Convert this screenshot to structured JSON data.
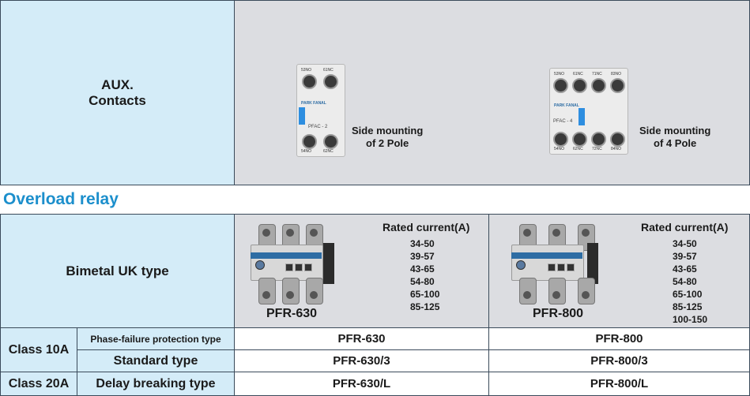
{
  "aux": {
    "label": "AUX.\nContacts",
    "left_unit": {
      "brand": "PARK FANAL",
      "model": "PFAC - 2",
      "description": "Side mounting\nof 2 Pole"
    },
    "right_unit": {
      "brand": "PARK FANAL",
      "model": "PFAC - 4",
      "description": "Side mounting\nof 4 Pole"
    }
  },
  "overload": {
    "heading": "Overload relay",
    "type_label": "Bimetal UK type",
    "relays": [
      {
        "model": "PFR-630",
        "rated_title": "Rated current(A)",
        "ratings": [
          "34-50",
          "39-57",
          "43-65",
          "54-80",
          "65-100",
          "85-125"
        ]
      },
      {
        "model": "PFR-800",
        "rated_title": "Rated current(A)",
        "ratings": [
          "34-50",
          "39-57",
          "43-65",
          "54-80",
          "65-100",
          "85-125",
          "100-150"
        ]
      }
    ],
    "rows": [
      {
        "class": "Class 10A",
        "type": "Phase-failure protection type",
        "v630": "PFR-630",
        "v800": "PFR-800"
      },
      {
        "class": "",
        "type": "Standard type",
        "v630": "PFR-630/3",
        "v800": "PFR-800/3"
      },
      {
        "class": "Class 20A",
        "type": "Delay breaking type",
        "v630": "PFR-630/L",
        "v800": "PFR-800/L"
      }
    ]
  },
  "colors": {
    "heading": "#1c8fcc",
    "label_bg": "#d4ecf8",
    "image_bg": "#dcdde1",
    "border": "#3a4a5a"
  }
}
